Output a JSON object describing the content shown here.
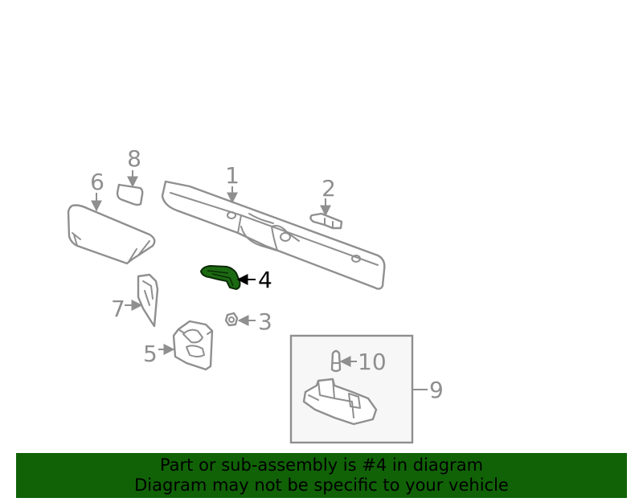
{
  "callouts": [
    {
      "id": "1",
      "label": "1"
    },
    {
      "id": "2",
      "label": "2"
    },
    {
      "id": "3",
      "label": "3"
    },
    {
      "id": "4",
      "label": "4"
    },
    {
      "id": "5",
      "label": "5"
    },
    {
      "id": "6",
      "label": "6"
    },
    {
      "id": "7",
      "label": "7"
    },
    {
      "id": "8",
      "label": "8"
    },
    {
      "id": "9",
      "label": "9"
    },
    {
      "id": "10",
      "label": "10"
    }
  ],
  "highlighted_part": "4",
  "colors": {
    "banner_bg": "#116207",
    "highlight_fill": "#1c6a12",
    "line_gray": "#8f8f8f"
  },
  "banner": {
    "line1": "Part or sub-assembly is #4 in diagram",
    "line2": "Diagram may not be specific to your vehicle"
  }
}
